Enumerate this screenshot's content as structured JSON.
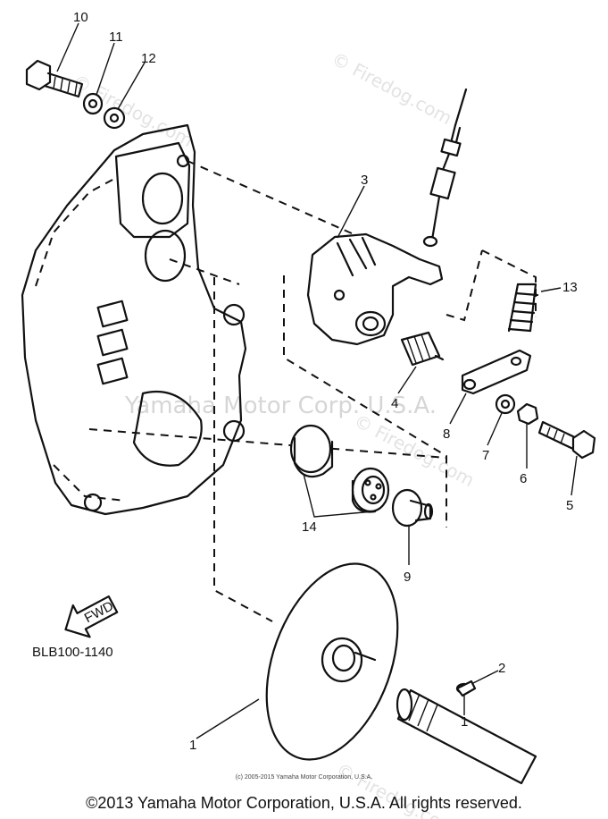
{
  "diagram": {
    "code": "BLB100-1140",
    "fwd_label": "FWD",
    "callouts": [
      "1",
      "2",
      "3",
      "4",
      "5",
      "6",
      "7",
      "8",
      "9",
      "10",
      "11",
      "12",
      "13",
      "14"
    ]
  },
  "watermarks": {
    "firedog": "© Firedog.com",
    "yamaha": "Yamaha Motor Corp. U.S.A."
  },
  "footer": {
    "small_copyright": "(c) 2005-2015 Yamaha Motor Corporation, U.S.A.",
    "copyright": "©2013 Yamaha Motor Corporation, U.S.A. All rights reserved."
  }
}
